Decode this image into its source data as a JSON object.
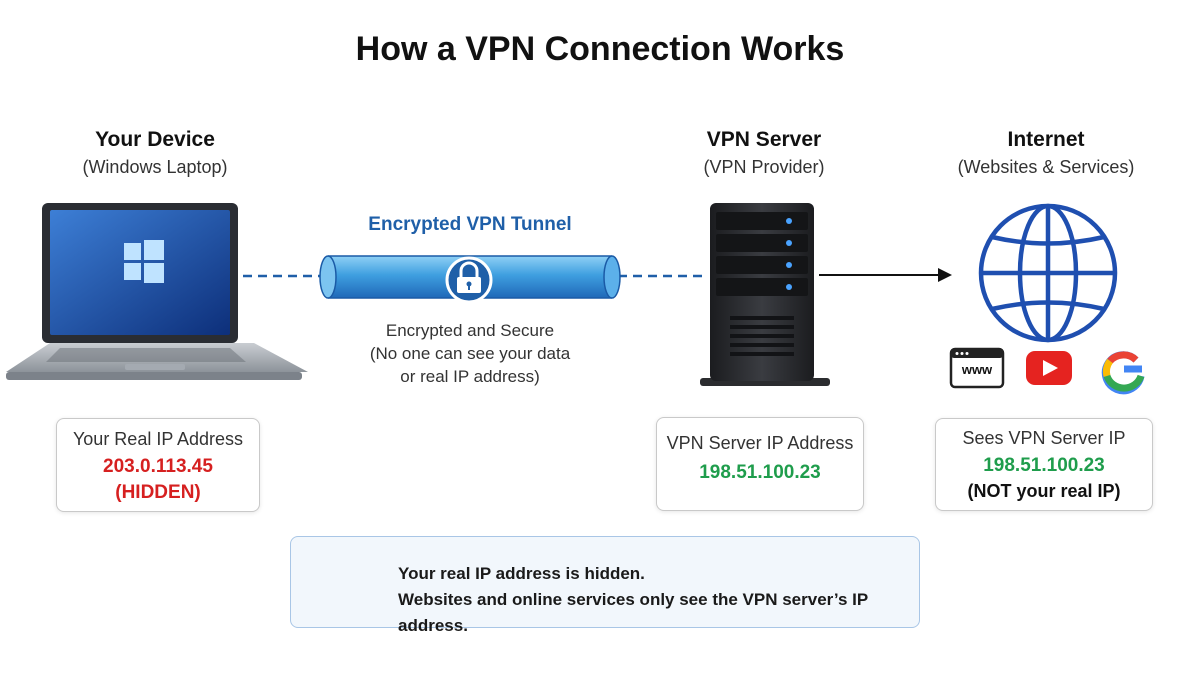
{
  "title": "How a VPN Connection Works",
  "colors": {
    "accent_blue": "#1f5fa8",
    "hidden_red": "#d62020",
    "server_green": "#1f9d4c",
    "banner_bg": "#f2f7fc",
    "banner_border": "#a9c6e6"
  },
  "device": {
    "heading": "Your Device",
    "subheading": "(Windows Laptop)",
    "box_label": "Your Real IP Address",
    "ip": "203.0.113.45",
    "status": "(HIDDEN)"
  },
  "tunnel": {
    "label": "Encrypted VPN Tunnel",
    "note_line1": "Encrypted and Secure",
    "note_line2": "(No one can see your data",
    "note_line3": "or real IP address)"
  },
  "server": {
    "heading": "VPN Server",
    "subheading": "(VPN Provider)",
    "box_label": "VPN Server IP Address",
    "ip": "198.51.100.23"
  },
  "internet": {
    "heading": "Internet",
    "subheading": "(Websites & Services)",
    "web_icon_text": "www",
    "box_label": "Sees VPN Server IP",
    "ip": "198.51.100.23",
    "note": "(NOT your real IP)"
  },
  "banner": {
    "line1": "Your real IP address is hidden.",
    "line2": "Websites and online services only see the VPN server’s IP address."
  }
}
